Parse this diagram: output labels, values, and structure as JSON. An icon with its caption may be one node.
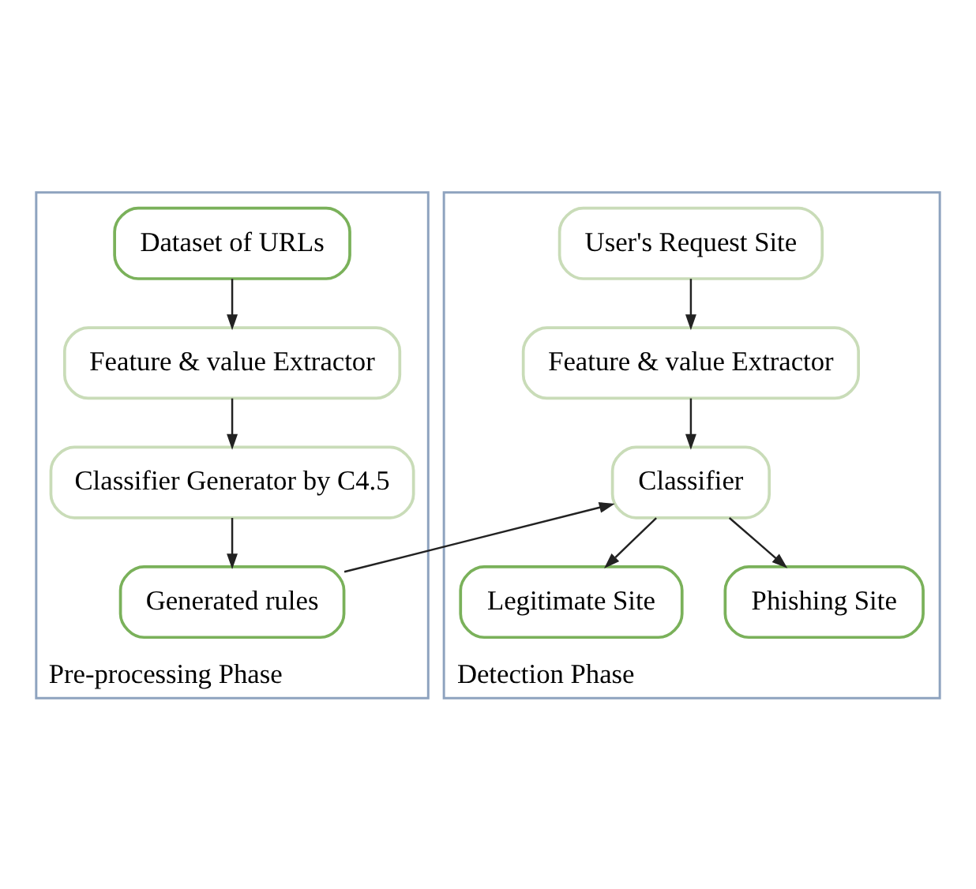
{
  "diagram": {
    "nodes": [
      {
        "text": [
          "Pre-processing Phase"
        ]
      },
      {
        "text": [
          "Dataset of URLs"
        ],
        "in": 0
      },
      {
        "text": [
          "Feature & value Extractor"
        ],
        "in": 0
      },
      {
        "text": [
          "Classifier Generator by C4.5"
        ],
        "in": 0
      },
      {
        "text": [
          "Generated rules"
        ],
        "in": 0
      },
      {
        "text": [
          "Detection Phase"
        ]
      },
      {
        "text": [
          "User's Request Site"
        ],
        "in": 5
      },
      {
        "text": [
          "Feature & value Extractor"
        ],
        "in": 5
      },
      {
        "text": [
          "Classifier"
        ],
        "in": 5
      },
      {
        "text": [
          "Legitimate Site"
        ],
        "in": 5
      },
      {
        "text": [
          "Phishing Site"
        ],
        "in": 5
      }
    ],
    "edges": [
      {
        "from": 1,
        "to": 2,
        "arrow": "to"
      },
      {
        "from": 2,
        "to": 3,
        "arrow": "to"
      },
      {
        "from": 3,
        "to": 4,
        "arrow": "to"
      },
      {
        "from": 4,
        "to": 8,
        "arrow": "to"
      },
      {
        "from": 6,
        "to": 7,
        "arrow": "to"
      },
      {
        "from": 7,
        "to": 8,
        "arrow": "to"
      },
      {
        "from": 8,
        "to": 9,
        "arrow": "to"
      },
      {
        "from": 8,
        "to": 10,
        "arrow": "to"
      }
    ]
  }
}
